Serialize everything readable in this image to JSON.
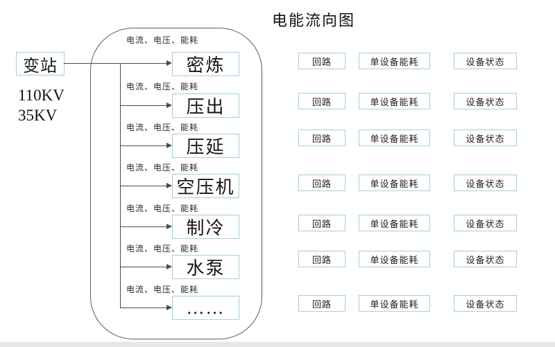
{
  "title": "电能流向图",
  "substation": {
    "label": "变站",
    "voltage_lines": [
      "110KV",
      "35KV"
    ]
  },
  "flow_label": "电流、电压、能耗",
  "machines": [
    {
      "name": "密炼"
    },
    {
      "name": "压出"
    },
    {
      "name": "压延"
    },
    {
      "name": "空压机"
    },
    {
      "name": "制冷"
    },
    {
      "name": "水泵"
    },
    {
      "name": "……"
    }
  ],
  "monitor_columns": {
    "circuit": "回路",
    "device_energy": "单设备能耗",
    "device_status": "设备状态"
  },
  "colors": {
    "box_border": "#9fd0e0",
    "line": "#4a4a4a",
    "text": "#1c1c1c",
    "bottom_bar": "#e7e7e7"
  }
}
